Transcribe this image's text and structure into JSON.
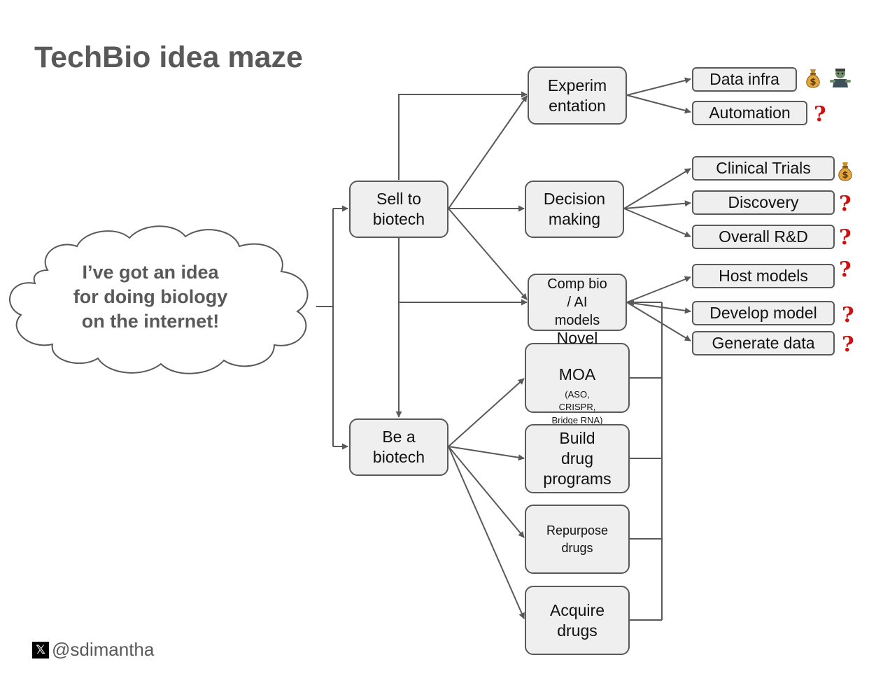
{
  "title": "TechBio idea maze",
  "idea": "I’ve got an idea\nfor doing biology\non the internet!",
  "branches": {
    "sell": "Sell to\nbiotech",
    "be": "Be a\nbiotech"
  },
  "sell_options": {
    "experimentation": "Experim\nentation",
    "decision_making": "Decision\nmaking",
    "comp_bio": "Comp bio\n/ AI\nmodels"
  },
  "be_options": {
    "novel_moa": {
      "line1": "Novel",
      "main": "MOA",
      "sub": "(ASO,",
      "line2": "CRISPR,",
      "line3": "Bridge RNA)"
    },
    "build": "Build\ndrug\nprograms",
    "repurpose": "Repurpose\ndrugs",
    "acquire": "Acquire\ndrugs"
  },
  "leaves": {
    "data_infra": "Data infra",
    "automation": "Automation",
    "clinical_trials": "Clinical Trials",
    "discovery": "Discovery",
    "overall_rd": "Overall R&D",
    "host_models": "Host models",
    "develop_model": "Develop model",
    "generate_data": "Generate data"
  },
  "marks": {
    "question": "?",
    "money_icon": "money-bag-icon",
    "zombie_icon": "zombie-icon"
  },
  "colors": {
    "box_fill": "#efefef",
    "box_border": "#595959",
    "arrow": "#595959",
    "question": "#cc1111",
    "title": "#595959"
  },
  "footer": {
    "logo": "𝕏",
    "handle": "@sdimantha"
  }
}
